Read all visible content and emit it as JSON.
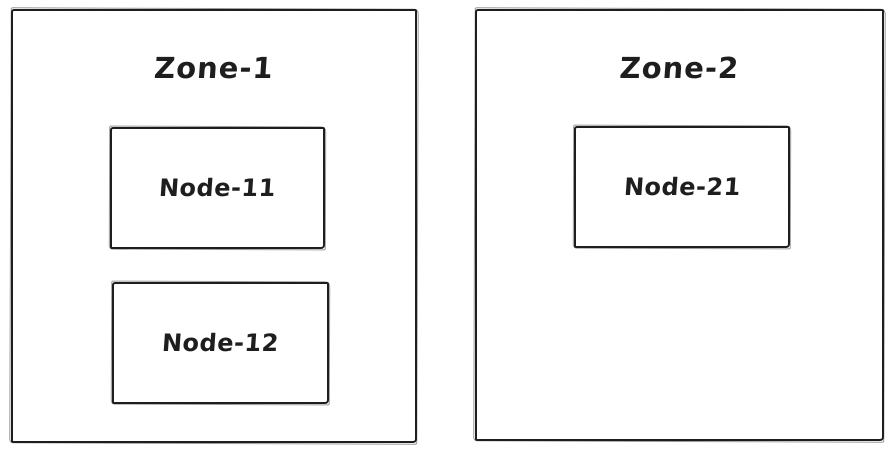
{
  "colors": {
    "stroke": "#1e1e1e",
    "background": "#ffffff"
  },
  "zones": [
    {
      "label": "Zone-1",
      "nodes": [
        {
          "label": "Node-11"
        },
        {
          "label": "Node-12"
        }
      ]
    },
    {
      "label": "Zone-2",
      "nodes": [
        {
          "label": "Node-21"
        }
      ]
    }
  ]
}
